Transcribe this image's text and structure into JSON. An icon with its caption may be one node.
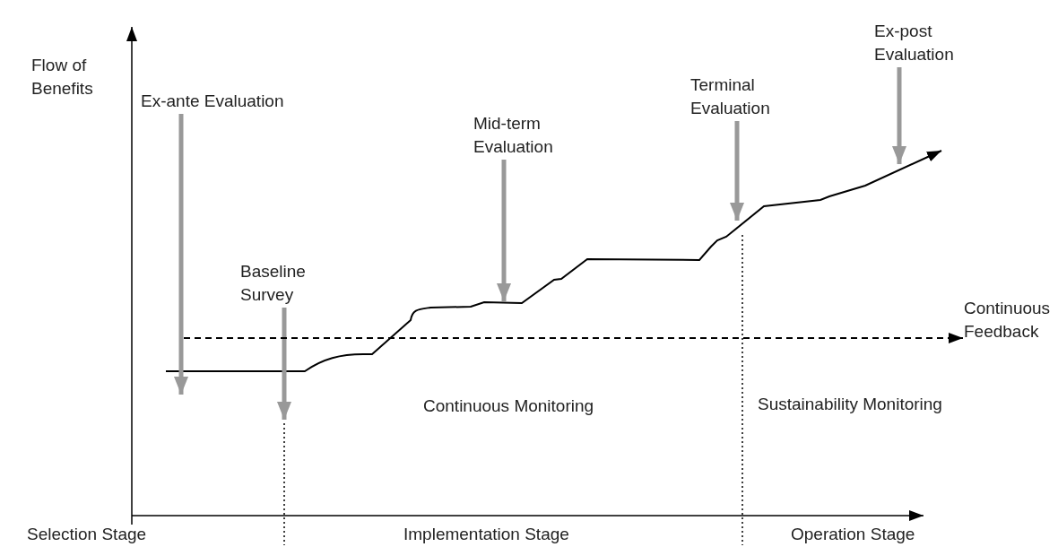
{
  "diagram": {
    "nodes": [
      {
        "text": [
          "Ex-ante Evaluation"
        ]
      },
      {
        "text": [
          "Baseline Survey"
        ]
      },
      {
        "text": [
          "Mid-term Evaluation"
        ]
      },
      {
        "text": [
          "Terminal Evaluation"
        ]
      },
      {
        "text": [
          "Ex-post Evaluation"
        ]
      },
      {
        "text": [
          "Continuous Feedback"
        ]
      }
    ],
    "edges": [
      {
        "from": 0,
        "to": null,
        "arrow": "to"
      },
      {
        "from": 1,
        "to": null,
        "arrow": "to"
      },
      {
        "from": 2,
        "to": null,
        "arrow": "to"
      },
      {
        "from": 3,
        "to": null,
        "arrow": "to"
      },
      {
        "from": 4,
        "to": null,
        "arrow": "to"
      },
      {
        "from": null,
        "to": 5,
        "arrow": "to",
        "style": "dashed",
        "color": "#000000"
      }
    ],
    "labels": [
      "Flow of Benefits",
      "Continuous Monitoring",
      "Sustainability Monitoring",
      "Selection Stage",
      "Implementation Stage",
      "Operation Stage"
    ]
  }
}
